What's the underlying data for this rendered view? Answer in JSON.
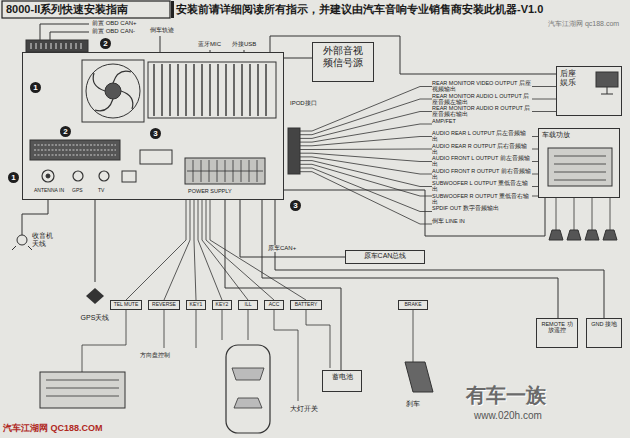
{
  "diagram": {
    "title": "8000-II系列快速安装指南",
    "nodes": [
      {
        "text": [
          "POWER SUPPLY"
        ]
      },
      {
        "text": [
          "外部音视频信号源"
        ]
      },
      {
        "text": [
          "后座娱乐"
        ]
      },
      {
        "text": [
          "车载功放"
        ]
      },
      {
        "text": [
          "原车CAN总线"
        ]
      },
      {
        "text": [
          "GPS天线"
        ]
      },
      {
        "text": [
          "蓄电池"
        ]
      },
      {
        "text": [
          "REMOTE 功放遥控"
        ]
      },
      {
        "text": [
          "GND 接地"
        ]
      }
    ],
    "edges": [
      {
        "from": 0,
        "to": 1,
        "arrow": "none"
      },
      {
        "from": 0,
        "to": 2,
        "arrow": "none"
      },
      {
        "from": 0,
        "to": 3,
        "arrow": "none"
      },
      {
        "from": 0,
        "to": 4,
        "arrow": "none"
      },
      {
        "from": 0,
        "to": 5,
        "arrow": "none"
      },
      {
        "from": 0,
        "to": 6,
        "arrow": "none"
      },
      {
        "from": 0,
        "to": 7,
        "arrow": "none"
      },
      {
        "from": 0,
        "to": 8,
        "arrow": "none"
      }
    ],
    "labels": [
      "安装前请详细阅读所有指示，并建议由汽车音响专业销售商安装此机器-V1.0",
      "汽车江湖网 qc188.com",
      "前置 OBD CAN+",
      "前置 OBD CAN-",
      "2",
      "倒车轨迹",
      "蓝牙MIC",
      "外接USB",
      "1",
      "IPOD接口",
      "2",
      "3",
      "1",
      "ANTENNA IN",
      "GPS",
      "TV",
      "REAR MONITOR VIDEO OUTPUT 后座视频输出",
      "REAR MONITOR AUDIO L OUTPUT 后座音频左输出",
      "REAR MONITOR AUDIO R OUTPUT 后座音频右输出",
      "AMP/FET",
      "AUDIO REAR L OUTPUT 后左音频输出",
      "AUDIO REAR R OUTPUT 后右音频输出",
      "AUDIO FRONT L OUTPUT 前左音频输出",
      "AUDIO FRONT R OUTPUT 前右音频输出",
      "SUBWOOFER L OUTPUT 重低音左输出",
      "SUBWOOFER R OUTPUT 重低音右输出",
      "SPDIF OUT 数字音频输出",
      "倒车 LINE IN",
      "3",
      "收音机天线",
      "原车CAN+",
      "TEL MUTE",
      "REVERSE",
      "KEY1",
      "KEY2",
      "ILL",
      "ACC",
      "BATTERY",
      "BRAKE",
      "方向盘控制",
      "大灯开关",
      "刹车",
      "有车一族",
      "www.020h.com",
      "汽车江湖网 QC188.COM"
    ]
  }
}
